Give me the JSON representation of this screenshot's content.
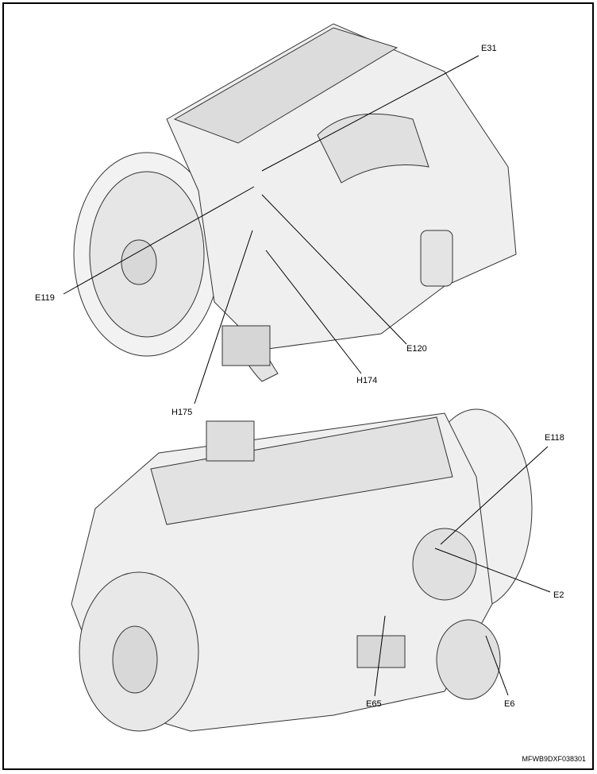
{
  "labels": {
    "E31": "E31",
    "E119": "E119",
    "E120": "E120",
    "H174": "H174",
    "H175": "H175",
    "E118": "E118",
    "E2": "E2",
    "E65": "E65",
    "E6": "E6"
  },
  "figure_code": "MFWB9DXF038301"
}
